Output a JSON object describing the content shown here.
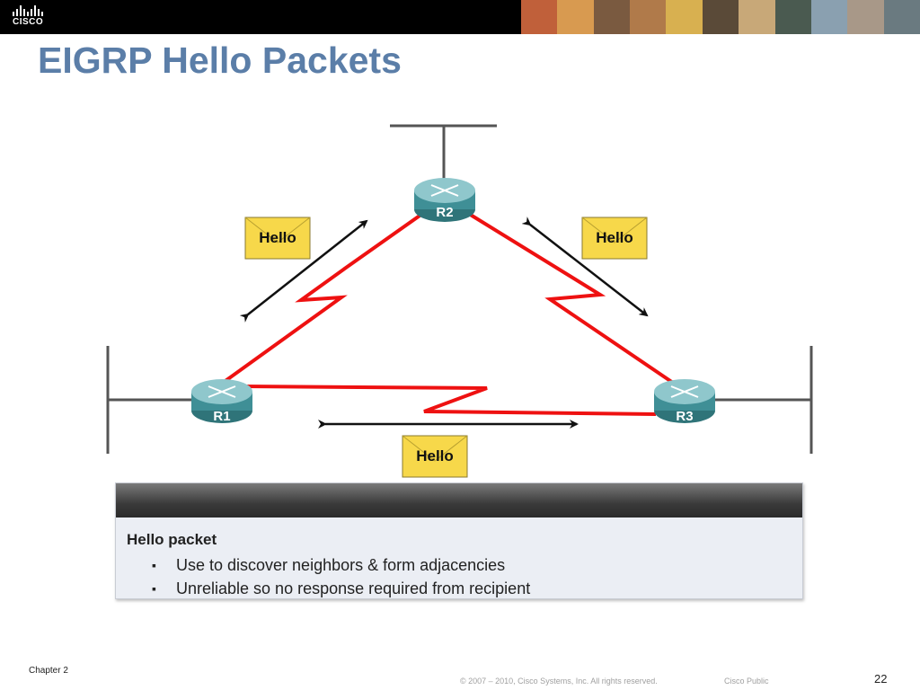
{
  "header": {
    "logo_text": "CISCO",
    "photo_colors": [
      "#c0603a",
      "#d89a50",
      "#7a5a40",
      "#b07a4a",
      "#d8b050",
      "#5a4a38",
      "#c8a878",
      "#4a5a50",
      "#8aa0b0",
      "#a89888",
      "#6a7a80"
    ]
  },
  "slide": {
    "title": "EIGRP Hello Packets"
  },
  "diagram": {
    "routers": [
      {
        "id": "R2",
        "label": "R2"
      },
      {
        "id": "R1",
        "label": "R1"
      },
      {
        "id": "R3",
        "label": "R3"
      }
    ],
    "envelopes": [
      {
        "label": "Hello"
      },
      {
        "label": "Hello"
      },
      {
        "label": "Hello"
      }
    ],
    "colors": {
      "link": "#ee1111",
      "router_body": "#3f8f96",
      "envelope": "#f7d84a"
    }
  },
  "infobox": {
    "title": "Hello packet",
    "bullet_marker": "▪",
    "bullets": [
      "Use to discover neighbors & form adjacencies",
      "Unreliable so no response required from recipient"
    ]
  },
  "footer": {
    "chapter": "Chapter 2",
    "copyright": "© 2007 – 2010, Cisco Systems, Inc. All rights reserved.",
    "classification": "Cisco Public",
    "page_number": "22"
  }
}
